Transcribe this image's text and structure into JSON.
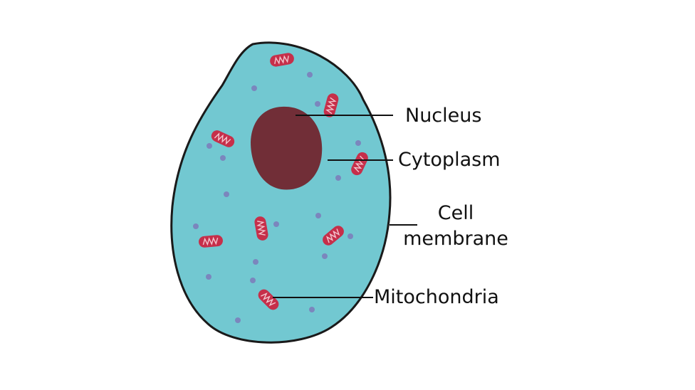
{
  "diagram": {
    "colors": {
      "background": "#ffffff",
      "cytoplasm": "#72c8d1",
      "membrane_outline": "#1a1a1a",
      "nucleus": "#712e37",
      "mitochondria": "#c62f4a",
      "mitochondria_cristae": "#f3c6cf",
      "granules": "#7b86bd",
      "leader_lines": "#111111"
    },
    "labels": {
      "nucleus": "Nucleus",
      "cytoplasm": "Cytoplasm",
      "cell_membrane_line1": "Cell",
      "cell_membrane_line2": "membrane",
      "mitochondria": "Mitochondria"
    }
  }
}
